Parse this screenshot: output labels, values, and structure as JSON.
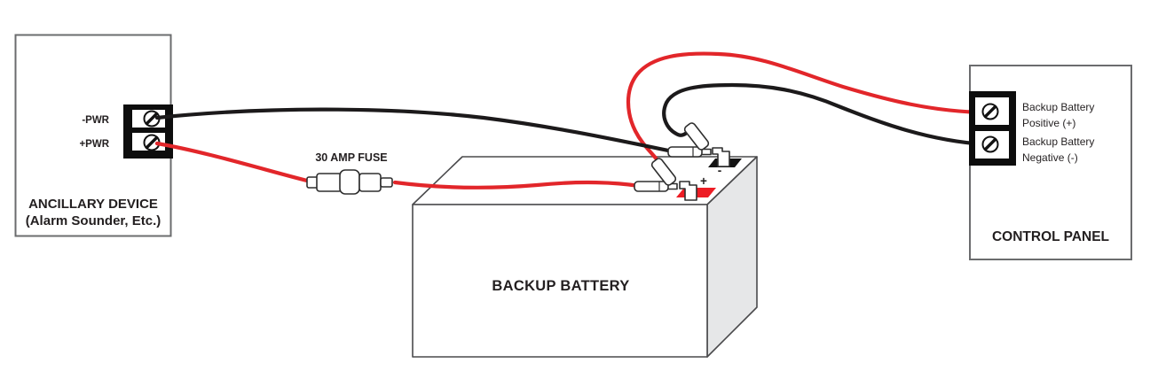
{
  "diagram": {
    "ancillary_device": {
      "title_line1": "ANCILLARY DEVICE",
      "title_line2": "(Alarm Sounder, Etc.)",
      "terminal_negative_label": "-PWR",
      "terminal_positive_label": "+PWR"
    },
    "fuse": {
      "label": "30 AMP FUSE"
    },
    "battery": {
      "label": "BACKUP BATTERY",
      "positive_symbol": "+",
      "negative_symbol": "-"
    },
    "control_panel": {
      "title": "CONTROL PANEL",
      "positive_label_line1": "Backup Battery",
      "positive_label_line2": "Positive (+)",
      "negative_label_line1": "Backup Battery",
      "negative_label_line2": "Negative (-)"
    },
    "colors": {
      "wire_red": "#e2262a",
      "wire_black": "#1c1a1b",
      "terminal_red": "#ed1c24",
      "terminal_black": "#141414",
      "box_border": "#6b6c6e",
      "battery_side_gray": "#e6e7e8"
    }
  }
}
